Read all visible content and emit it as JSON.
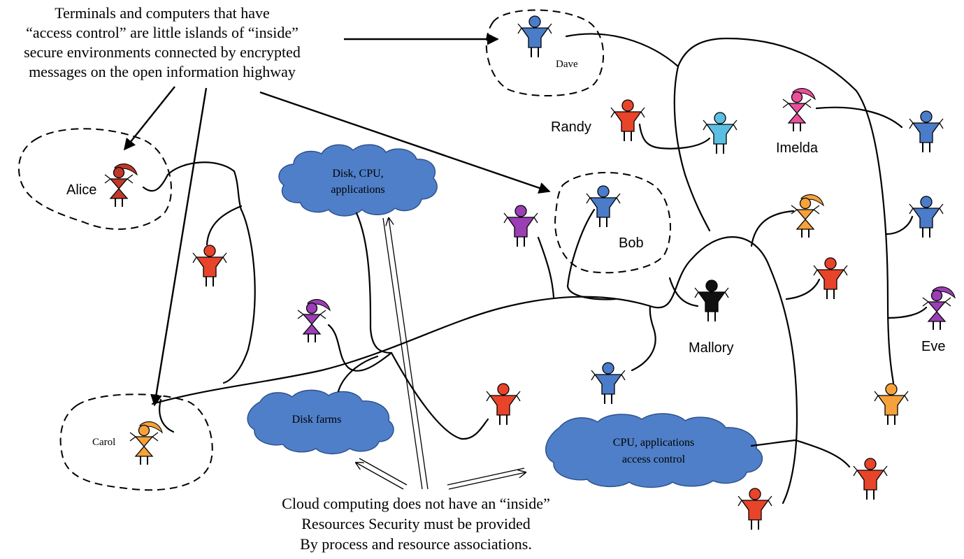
{
  "annotations": {
    "top_left": [
      "Terminals and computers that have",
      "“access control”  are little islands of “inside”",
      "secure environments connected by encrypted",
      "messages on the open information highway"
    ],
    "bottom": [
      "Cloud computing  does not have an “inside”",
      "Resources Security must be provided",
      "By process and resource associations."
    ]
  },
  "clouds": {
    "disk_cpu": [
      "Disk, CPU,",
      "applications"
    ],
    "disk_farms": [
      "Disk farms"
    ],
    "cpu_access": [
      "CPU,  applications",
      "access control"
    ]
  },
  "people": {
    "dave": "Dave",
    "randy": "Randy",
    "imelda": "Imelda",
    "alice": "Alice",
    "bob": "Bob",
    "mallory": "Mallory",
    "eve": "Eve",
    "carol": "Carol"
  },
  "colors": {
    "blue": "#4a7cc9",
    "light_blue": "#5bbfe3",
    "red": "#e8442a",
    "purple": "#9b3fb5",
    "orange": "#f6a23b",
    "pink": "#e9509a",
    "dark_red": "#c0392b",
    "black": "#111111",
    "cloud": "#4f7fc8"
  }
}
